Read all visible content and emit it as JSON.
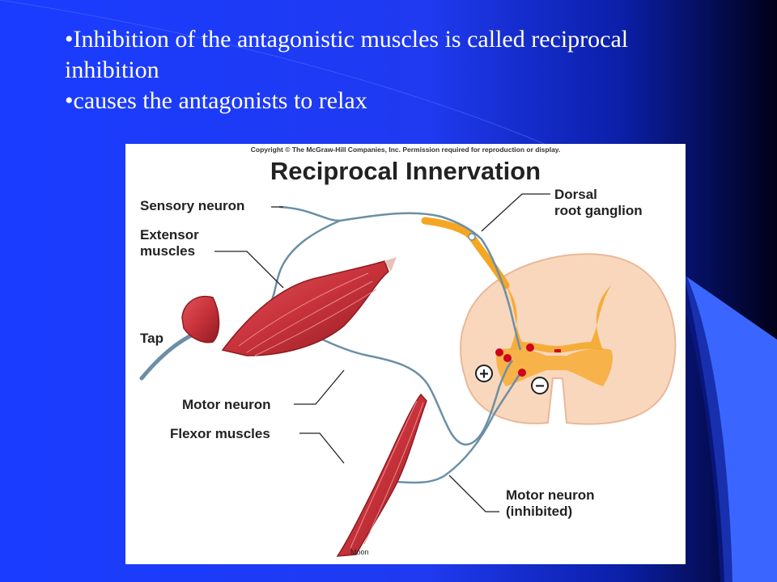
{
  "slide": {
    "colors": {
      "background": "#1f3af0",
      "accent_curve": "#3a66ff",
      "dark_edge": "#000018",
      "text": "#ffffff"
    },
    "bullets": [
      {
        "dot": "•",
        "text": "Inhibition of the antagonistic muscles is called reciprocal inhibition"
      },
      {
        "dot": "•",
        "text": "causes the antagonists to relax"
      }
    ]
  },
  "figure": {
    "copyright": "Copyright © The McGraw-Hill Companies, Inc. Permission required for reproduction or display.",
    "title": "Reciprocal Innervation",
    "labels": {
      "sensory_neuron": "Sensory neuron",
      "extensor_muscles_1": "Extensor",
      "extensor_muscles_2": "muscles",
      "tap": "Tap",
      "motor_neuron": "Motor neuron",
      "flexor_muscles": "Flexor muscles",
      "dorsal_root_ganglion_1": "Dorsal",
      "dorsal_root_ganglion_2": "root ganglion",
      "motor_neuron_inhibited_1": "Motor neuron",
      "motor_neuron_inhibited_2": "(inhibited)",
      "plus": "+",
      "minus": "−",
      "artist": "Moon"
    },
    "colors": {
      "muscle": "#c8323a",
      "muscle_dark": "#8e1b22",
      "spinal_cord": "#f9d7bd",
      "gray_matter": "#f5a623",
      "nerve": "#6b8fa6"
    }
  }
}
